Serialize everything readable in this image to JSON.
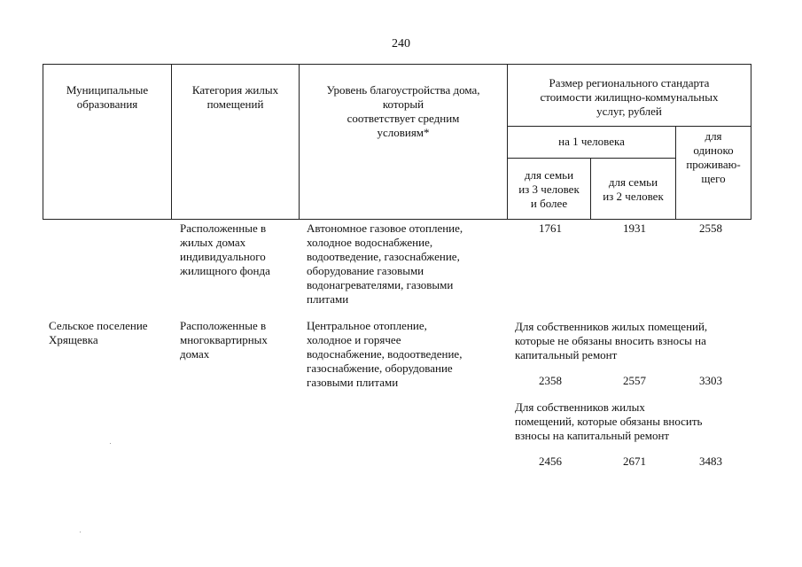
{
  "page_number": "240",
  "header": {
    "col_municipal": [
      "Муниципальные",
      "образования"
    ],
    "col_category": [
      "Категория жилых",
      "помещений"
    ],
    "col_level": [
      "Уровень благоустройства дома,",
      "который",
      "соответствует средним",
      "условиям*"
    ],
    "col_standard": [
      "Размер регионального стандарта",
      "стоимости жилищно-коммунальных",
      "услуг, рублей"
    ],
    "per_person": "на 1 человека",
    "single": [
      "для",
      "одиноко",
      "проживаю-",
      "щего"
    ],
    "family3": [
      "для семьи",
      "из 3 человек",
      "и более"
    ],
    "family2": [
      "для семьи",
      "из 2 человек"
    ]
  },
  "rows": [
    {
      "municipality": [],
      "category": [
        "Расположенные в",
        "жилых домах",
        "индивидуального",
        "жилищного фонда"
      ],
      "level": [
        "Автономное газовое отопление,",
        "холодное водоснабжение,",
        "водоотведение, газоснабжение,",
        "оборудование газовыми",
        "водонагревателями, газовыми",
        "плитами"
      ],
      "values": [
        "1761",
        "1931",
        "2558"
      ]
    },
    {
      "municipality": [
        "Сельское поселение",
        "Хрящевка"
      ],
      "category": [
        "Расположенные в",
        "многоквартирных",
        "домах"
      ],
      "level": [
        "Центральное отопление,",
        "холодное и горячее",
        "водоснабжение, водоотведение,",
        "газоснабжение, оборудование",
        "газовыми плитами"
      ],
      "group1_note": [
        "Для собственников жилых помещений,",
        "которые не обязаны вносить взносы на",
        "капитальный ремонт"
      ],
      "group1_values": [
        "2358",
        "2557",
        "3303"
      ],
      "group2_note": [
        "Для собственников  жилых",
        "помещений, которые обязаны вносить",
        "взносы на капитальный ремонт"
      ],
      "group2_values": [
        "2456",
        "2671",
        "3483"
      ]
    }
  ]
}
